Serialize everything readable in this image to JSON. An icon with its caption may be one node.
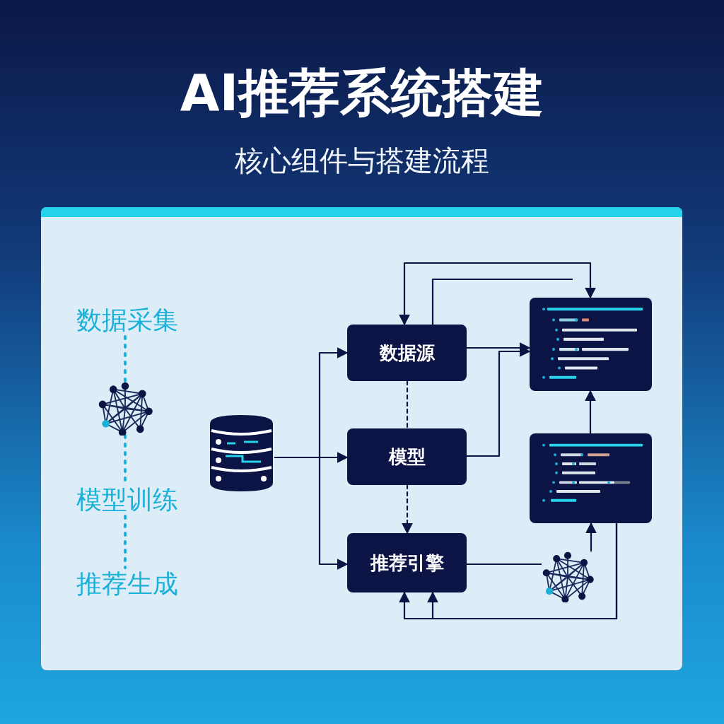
{
  "diagram": {
    "title": "AI推荐系统搭建",
    "nodes": [
      {
        "text": [
          "数据采集"
        ]
      },
      {
        "text": [],
        "shape": "network"
      },
      {
        "text": [
          "模型训练"
        ]
      },
      {
        "text": [
          "推荐生成"
        ]
      },
      {
        "text": [],
        "shape": "cylinder"
      },
      {
        "text": [
          "数据源"
        ]
      },
      {
        "text": [
          "模型"
        ]
      },
      {
        "text": [
          "推荐引擎"
        ]
      },
      {
        "text": [],
        "shape": "picture"
      },
      {
        "text": [],
        "shape": "picture"
      },
      {
        "text": [],
        "shape": "network"
      }
    ],
    "edges": [
      {
        "from": 0,
        "to": 1,
        "arrow": "none",
        "style": "dashed",
        "color": "#1ab0d8"
      },
      {
        "from": 1,
        "to": 2,
        "arrow": "none",
        "style": "dashed",
        "color": "#1ab0d8"
      },
      {
        "from": 2,
        "to": 3,
        "arrow": "none",
        "style": "dashed",
        "color": "#1ab0d8"
      },
      {
        "from": 4,
        "to": 5,
        "arrow": "to"
      },
      {
        "from": 4,
        "to": 6,
        "arrow": "to"
      },
      {
        "from": 4,
        "to": 7,
        "arrow": "to"
      },
      {
        "from": 5,
        "to": 6,
        "arrow": "none",
        "style": "dashed"
      },
      {
        "from": 6,
        "to": 7,
        "arrow": "to",
        "style": "dashed"
      },
      {
        "from": 5,
        "to": 8,
        "arrow": "to"
      },
      {
        "from": 6,
        "to": 8,
        "arrow": "to"
      },
      {
        "from": 5,
        "to": 8,
        "arrow": "both"
      },
      {
        "from": 5,
        "to": null,
        "arrow": "none"
      },
      {
        "from": 7,
        "to": 10,
        "arrow": "none"
      },
      {
        "from": 10,
        "to": 9,
        "arrow": "to"
      },
      {
        "from": 9,
        "to": 8,
        "arrow": "to"
      },
      {
        "from": 9,
        "to": 7,
        "arrow": "to"
      },
      {
        "from": 9,
        "to": 7,
        "arrow": "to"
      }
    ],
    "labels": [
      "核心组件与搭建流程"
    ]
  }
}
